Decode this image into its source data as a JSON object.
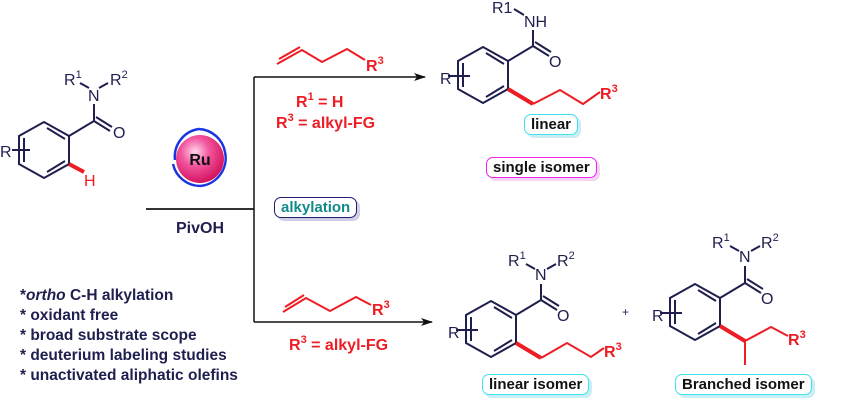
{
  "colors": {
    "structure": "#1f1f4f",
    "highlight": "#ee1c24",
    "catalyst": "#e8197a",
    "catalyst_ring": "#1a35e0",
    "tag_cyan": "#3fe0f0",
    "tag_magenta": "#ee22ee",
    "tag_navy": "#1f1f6f",
    "tag_teal_text": "#138a8a"
  },
  "start_material": {
    "r_label": "R",
    "n_label": "N",
    "o_label": "O",
    "h_label": "H",
    "r1": "R",
    "r1_sup": "1",
    "r2": "R",
    "r2_sup": "2"
  },
  "catalyst": {
    "label": "Ru",
    "additive": "PivOH"
  },
  "top_route": {
    "olefin_r3": "R",
    "olefin_r3_sup": "3",
    "cond1": "R",
    "cond1_sup": "1",
    "cond1_rest": " = H",
    "cond2": "R",
    "cond2_sup": "3",
    "cond2_rest": " = alkyl-FG"
  },
  "top_product": {
    "r_label": "R",
    "nh_label": "NH",
    "r1_label": "R1",
    "o_label": "O",
    "r3": "R",
    "r3_sup": "3",
    "tag1": "linear",
    "tag2": "single isomer"
  },
  "middle_tag": "alkylation",
  "bottom_route": {
    "olefin_r3": "R",
    "olefin_r3_sup": "3",
    "cond": "R",
    "cond_sup": "3",
    "cond_rest": " = alkyl-FG"
  },
  "bottom_linear": {
    "r_label": "R",
    "n_label": "N",
    "o_label": "O",
    "r1": "R",
    "r1_sup": "1",
    "r2": "R",
    "r2_sup": "2",
    "r3": "R",
    "r3_sup": "3",
    "tag": "linear isomer"
  },
  "plus": "+",
  "bottom_branched": {
    "r_label": "R",
    "n_label": "N",
    "o_label": "O",
    "r1": "R",
    "r1_sup": "1",
    "r2": "R",
    "r2_sup": "2",
    "r3": "R",
    "r3_sup": "3",
    "tag": "Branched isomer"
  },
  "features": [
    {
      "prefix": "*",
      "italic": "ortho",
      "text": " C-H alkylation"
    },
    {
      "prefix": "* ",
      "italic": "",
      "text": "oxidant free"
    },
    {
      "prefix": "* ",
      "italic": "",
      "text": "broad substrate scope"
    },
    {
      "prefix": "* ",
      "italic": "",
      "text": "deuterium labeling studies"
    },
    {
      "prefix": "* ",
      "italic": "",
      "text": "unactivated aliphatic olefins"
    }
  ]
}
